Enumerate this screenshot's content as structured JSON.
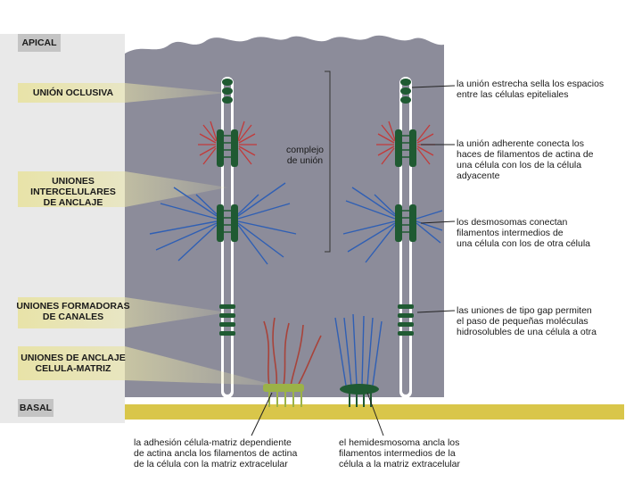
{
  "left_labels": {
    "apical": "APICAL",
    "union_oclusiva": "UNIÓN OCLUSIVA",
    "intercelulares_1": "UNIONES INTERCELULARES",
    "intercelulares_2": "DE ANCLAJE",
    "formadoras_1": "UNIONES FORMADORAS",
    "formadoras_2": "DE CANALES",
    "celula_matriz_1": "UNIONES DE ANCLAJE",
    "celula_matriz_2": "CELULA-MATRIZ",
    "basal": "BASAL"
  },
  "center_label": {
    "line1": "complejo",
    "line2": "de unión"
  },
  "right_labels": {
    "tight": [
      "la unión estrecha sella los espacios",
      "entre las células epiteliales"
    ],
    "adherens": [
      "la unión adherente conecta los",
      "haces de filamentos de actina de",
      "una célula con los de la célula",
      "adyacente"
    ],
    "desmosome": [
      "los desmosomas conectan",
      "filamentos intermedios de",
      "una célula con los de otra célula"
    ],
    "gap": [
      "las uniones de tipo gap permiten",
      "el paso de pequeñas moléculas",
      "hidrosolubles de una célula a otra"
    ]
  },
  "bottom_labels": {
    "actin_adhesion": [
      "la adhesión célula-matriz dependiente",
      "de actina ancla los filamentos de actina",
      "de la célula con la matriz extracelular"
    ],
    "hemidesmosome": [
      "el hemidesmosoma ancla los",
      "filamentos intermedios de la",
      "célula a la matriz extracelular"
    ]
  },
  "colors": {
    "cell": "#8c8c9a",
    "membrane": "#ffffff",
    "junction_green": "#1f5a32",
    "actin_red": "#c23a3a",
    "intermediate_blue": "#2f5fb4",
    "basal_lamina": "#d9c64a",
    "label_band": "#e8e3a8",
    "tab_gray": "#c4c4c4"
  }
}
